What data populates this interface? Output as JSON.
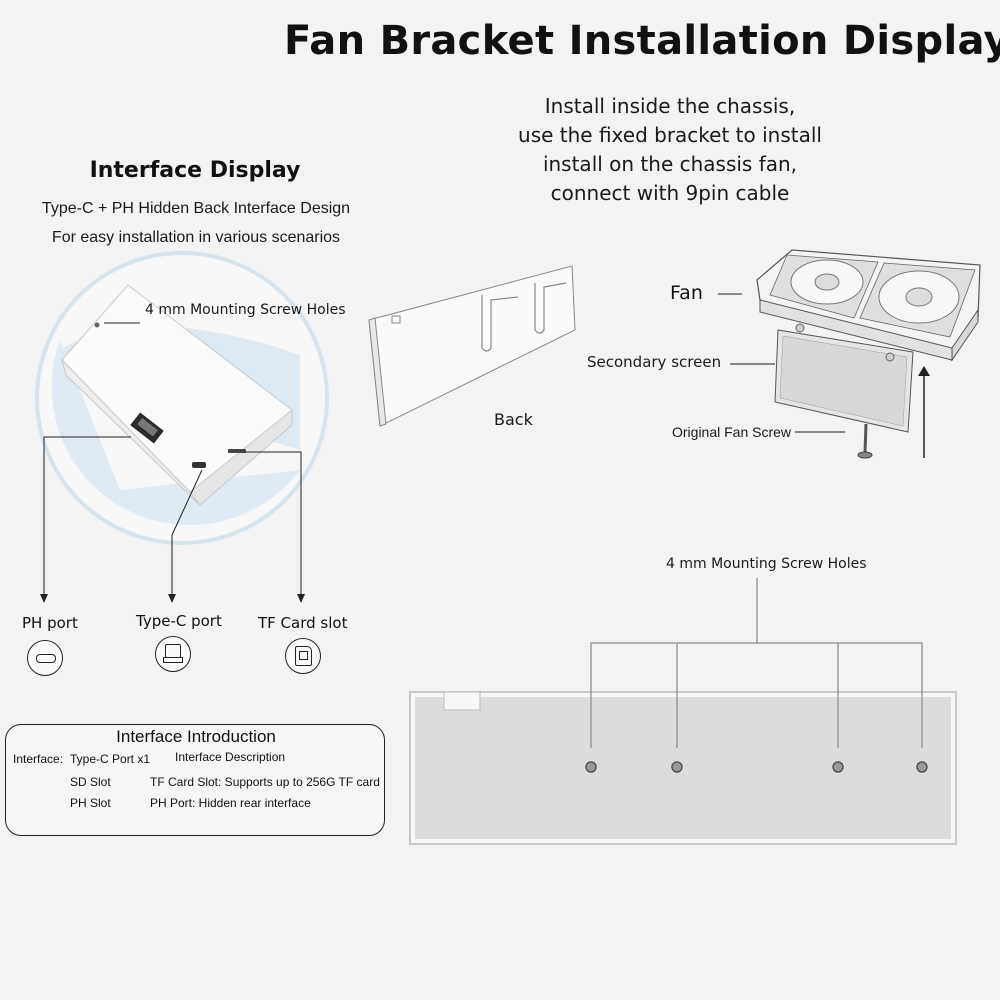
{
  "title": "Fan Bracket Installation Display",
  "install_note": [
    "Install inside the chassis,",
    "use the fixed bracket to install",
    "install on the chassis fan,",
    "connect with 9pin cable"
  ],
  "interface_display": {
    "heading": "Interface Display",
    "subtitle_1": "Type-C + PH Hidden Back Interface Design",
    "subtitle_2": "For easy installation in various scenarios",
    "screw_holes_label": "4 mm Mounting Screw Holes"
  },
  "ports": {
    "ph": {
      "label": "PH port",
      "icon": "ph-port-icon"
    },
    "typec": {
      "label": "Type-C port",
      "icon": "type-c-port-icon"
    },
    "tf": {
      "label": "TF Card slot",
      "icon": "tf-card-slot-icon"
    }
  },
  "back_label": "Back",
  "fan_labels": {
    "fan": "Fan",
    "secondary_screen": "Secondary screen",
    "original_fan_screw": "Original Fan Screw"
  },
  "front_panel": {
    "screw_holes_label": "4 mm Mounting Screw Holes"
  },
  "interface_intro": {
    "title": "Interface Introduction",
    "rows": [
      {
        "col1": "Interface:",
        "col2": "Type-C Port x1",
        "col3": "Interface Description"
      },
      {
        "col1": "",
        "col2": "SD Slot",
        "col3": "TF Card Slot: Supports up to 256G TF card"
      },
      {
        "col1": "",
        "col2": "PH Slot",
        "col3": "PH Port: Hidden rear interface"
      }
    ]
  }
}
